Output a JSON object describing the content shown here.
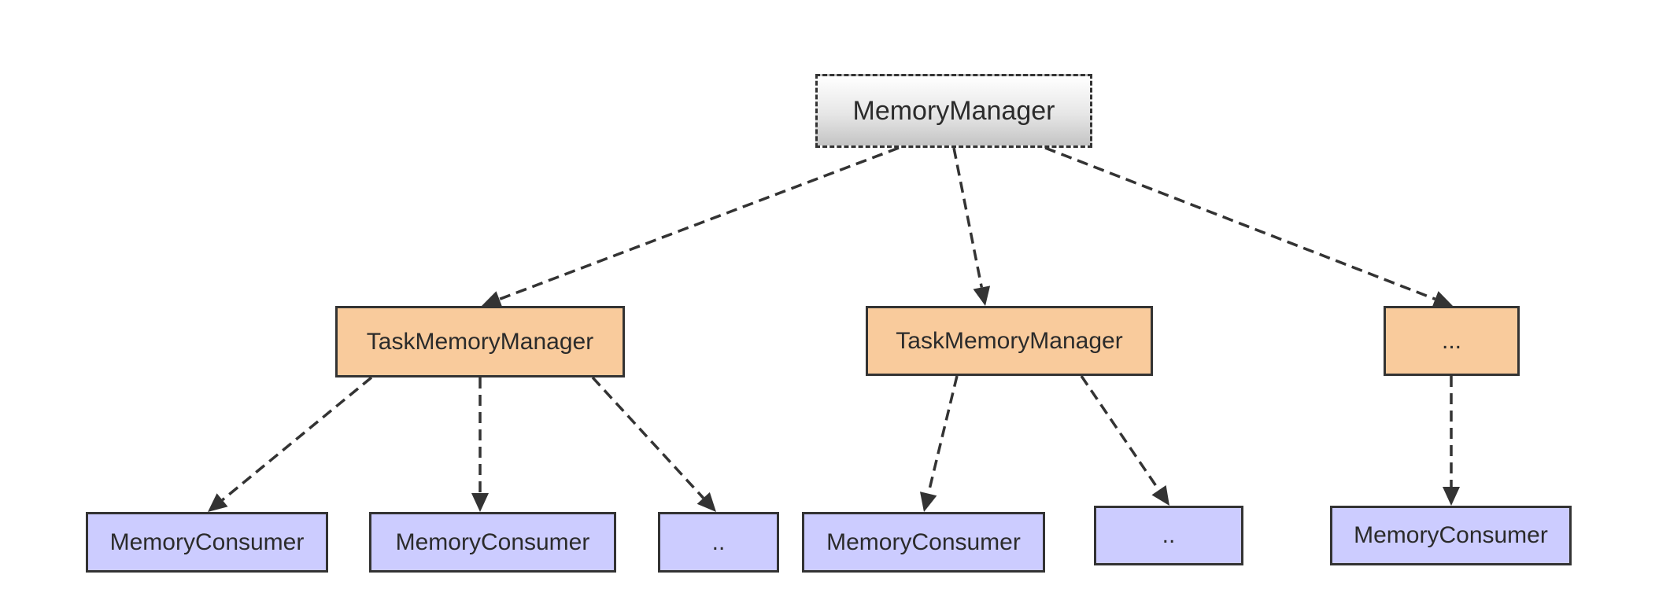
{
  "diagram": {
    "root": {
      "label": "MemoryManager"
    },
    "managers": [
      {
        "label": "TaskMemoryManager"
      },
      {
        "label": "TaskMemoryManager"
      },
      {
        "label": "..."
      }
    ],
    "consumers": [
      {
        "label": "MemoryConsumer"
      },
      {
        "label": "MemoryConsumer"
      },
      {
        "label": ".."
      },
      {
        "label": "MemoryConsumer"
      },
      {
        "label": ".."
      },
      {
        "label": "MemoryConsumer"
      }
    ]
  },
  "colors": {
    "manager_fill": "#f9cb9c",
    "consumer_fill": "#ccccff",
    "border": "#333333",
    "text": "#2b2b2b"
  }
}
